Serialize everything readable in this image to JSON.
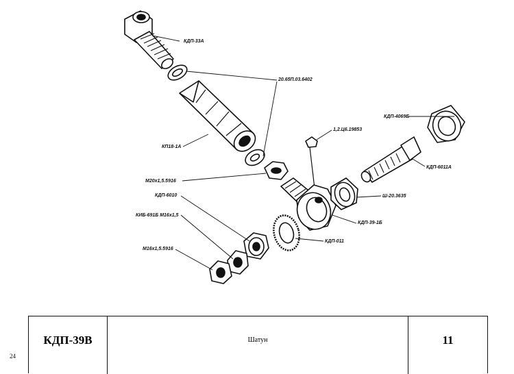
{
  "callouts": {
    "kdp_33a": "КДП-33А",
    "ring_washer": "20.65П.03.6402",
    "kp18_1a": "КП18-1А",
    "kdp_4069b": "КДП-4069Б",
    "pin": "1,2.Ц6.19853",
    "kdp_6011a": "КДП-6011А",
    "m20_nut": "М20х1,5.5916",
    "kdp_6010": "КДП-6010",
    "sh_bearing": "Ш-20.3635",
    "kdp_39_1b": "КДП-39-1Б",
    "kvb_m16": "КИБ-691Б М16х1,5",
    "kdp_011": "КДП-011",
    "m16_nut": "М16х1,5.5916"
  },
  "title_block": {
    "code": "КДП-39В",
    "name": "Шатун",
    "sheet": "11"
  },
  "page_number": "24"
}
